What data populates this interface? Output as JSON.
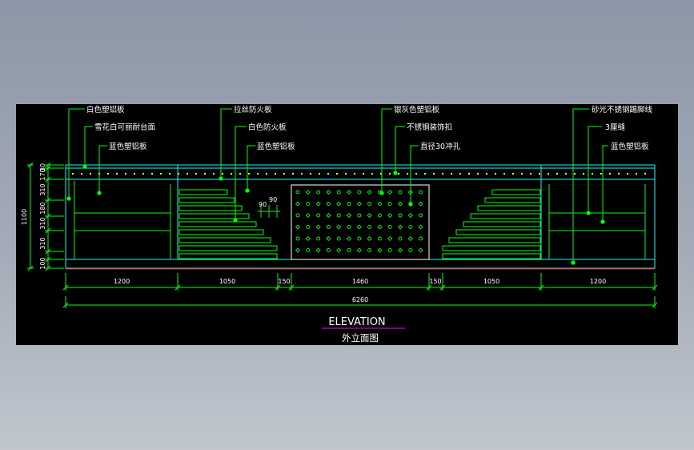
{
  "drawing": {
    "title": "ELEVATION",
    "subtitle": "外立面图",
    "colors": {
      "background": "#000000",
      "outline": "#00ffff",
      "panel": "#00ff00",
      "leader": "#00ff00",
      "label_text": "#ffffff",
      "title_underline": "#ff00ff",
      "base_line": "#ff0000",
      "dot_row": "#ffff00"
    }
  },
  "labels": {
    "white_al_panel": "白色塑铝板",
    "snowflake_corian_top": "雪花白可丽耐台面",
    "blue_al_panel_left": "蓝色塑铝板",
    "brushed_fireproof": "拉丝防火板",
    "white_fireproof": "白色防火板",
    "blue_al_panel_mid": "蓝色塑铝板",
    "silver_al_panel": "银灰色塑铝板",
    "stainless_trim": "不锈钢装饰扣",
    "punch_holes": "直径30冲孔",
    "satin_steel_strip": "砂光不锈钢踢脚线",
    "gap_3": "3厘缝",
    "blue_al_panel_right": "蓝色塑铝板"
  },
  "dimensions": {
    "horizontal": [
      "1200",
      "1050",
      "150",
      "1460",
      "150",
      "1050",
      "1200"
    ],
    "total": "6260",
    "vertical": [
      "30",
      "170",
      "310",
      "180",
      "310",
      "310",
      "100"
    ],
    "total_height": "1100",
    "gap_a": "90",
    "gap_b": "90"
  }
}
